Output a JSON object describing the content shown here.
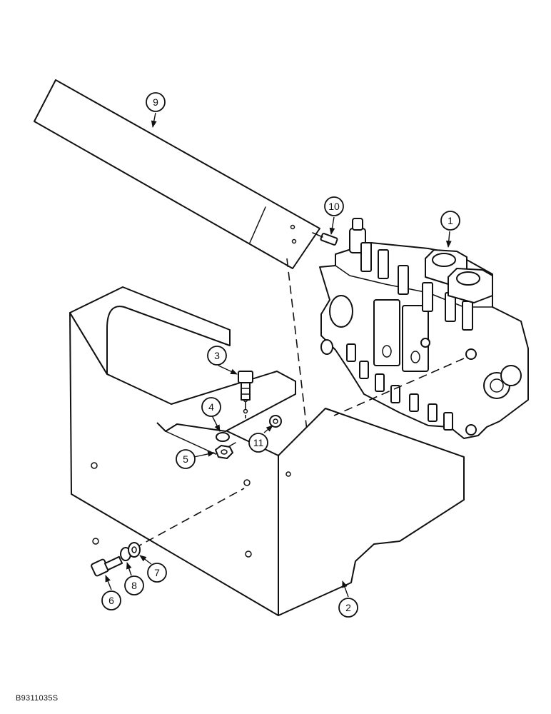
{
  "callouts": [
    {
      "id": "1",
      "label": "1"
    },
    {
      "id": "2",
      "label": "2"
    },
    {
      "id": "3",
      "label": "3"
    },
    {
      "id": "4",
      "label": "4"
    },
    {
      "id": "5",
      "label": "5"
    },
    {
      "id": "6",
      "label": "6"
    },
    {
      "id": "7",
      "label": "7"
    },
    {
      "id": "8",
      "label": "8"
    },
    {
      "id": "9",
      "label": "9"
    },
    {
      "id": "10",
      "label": "10"
    },
    {
      "id": "11",
      "label": "11"
    }
  ],
  "footer": {
    "code": "B9311035S"
  }
}
